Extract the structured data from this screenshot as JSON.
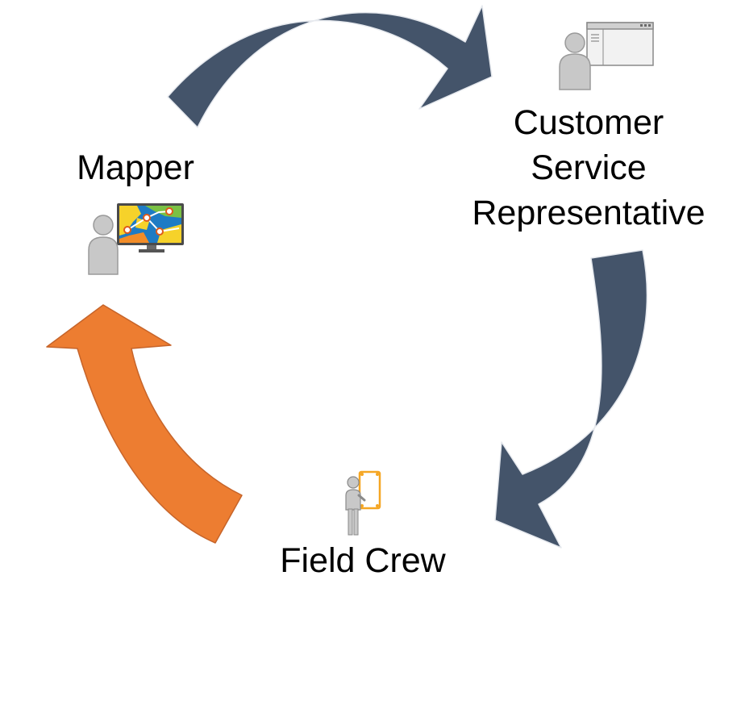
{
  "diagram": {
    "nodes": [
      {
        "id": "mapper",
        "label": "Mapper",
        "icon": "person-with-map-monitor-icon"
      },
      {
        "id": "csr",
        "label_lines": [
          "Customer",
          "Service",
          "Representative"
        ],
        "icon": "person-with-browser-window-icon"
      },
      {
        "id": "field_crew",
        "label": "Field Crew",
        "icon": "person-with-tablet-icon"
      }
    ],
    "edges": [
      {
        "from": "mapper",
        "to": "csr",
        "color": "#44546a"
      },
      {
        "from": "csr",
        "to": "field_crew",
        "color": "#44546a"
      },
      {
        "from": "field_crew",
        "to": "mapper",
        "color": "#ed7d31"
      }
    ],
    "colors": {
      "arrow_dark": "#44546a",
      "arrow_orange": "#ed7d31",
      "person_gray": "#c8c8c8",
      "person_outline": "#9a9a9a",
      "tablet_orange": "#f5a623"
    }
  }
}
